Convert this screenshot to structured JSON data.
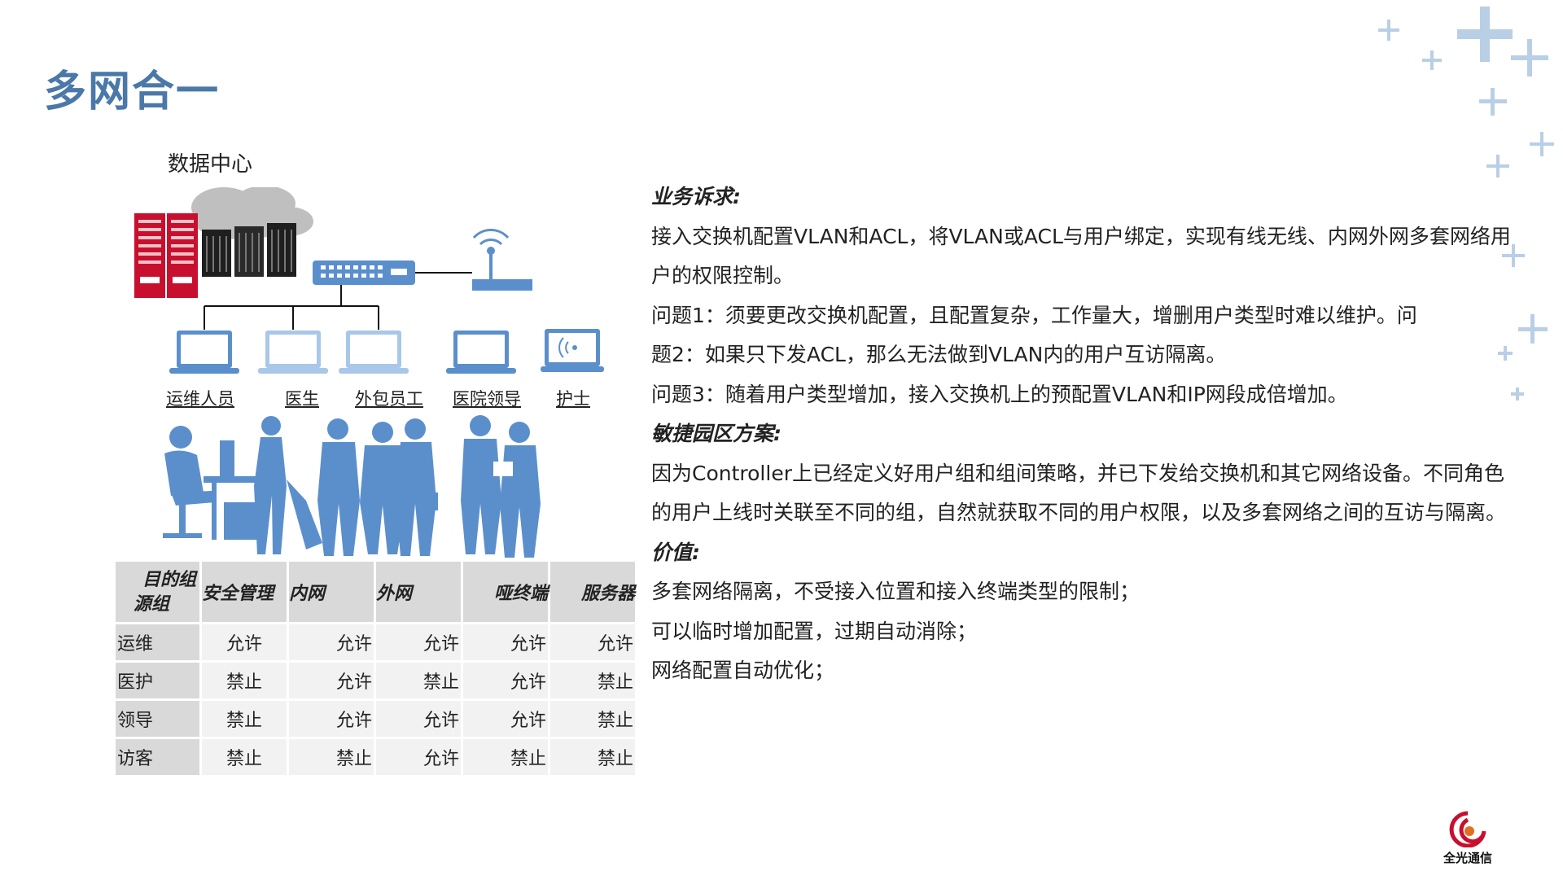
{
  "title": "多网合一",
  "datacenter_label": "数据中心",
  "roles": [
    "运维人员",
    "医生",
    "外包员工",
    "医院领导",
    "护士"
  ],
  "table": {
    "corner_top": "目的组",
    "corner_bottom": "源组",
    "headers": [
      "安全管理",
      "内网",
      "外网",
      "哑终端",
      "服务器"
    ],
    "rows": [
      {
        "name": "运维",
        "cells": [
          "允许",
          "允许",
          "允许",
          "允许",
          "允许"
        ]
      },
      {
        "name": "医护",
        "cells": [
          "禁止",
          "允许",
          "禁止",
          "允许",
          "禁止"
        ]
      },
      {
        "name": "领导",
        "cells": [
          "禁止",
          "允许",
          "允许",
          "允许",
          "禁止"
        ]
      },
      {
        "name": "访客",
        "cells": [
          "禁止",
          "禁止",
          "允许",
          "禁止",
          "禁止"
        ]
      }
    ]
  },
  "content": {
    "business_head": "业务诉求:",
    "business_line1": "接入交换机配置VLAN和ACL，将VLAN或ACL与用户绑定，实现有线无线、内网外网多套网络用",
    "business_line2": "户的权限控制。",
    "problem_line1": "问题1：须要更改交换机配置，且配置复杂，工作量大，增删用户类型时难以维护。问",
    "problem_line2": "题2：如果只下发ACL，那么无法做到VLAN内的用户互访隔离。",
    "problem_line3": "问题3：随着用户类型增加，接入交换机上的预配置VLAN和IP网段成倍增加。",
    "solution_head": "敏捷园区方案:",
    "solution_line1": "因为Controller上已经定义好用户组和组间策略，并已下发给交换机和其它网络设备。不同角色",
    "solution_line2": "的用户上线时关联至不同的组，自然就获取不同的用户权限，以及多套网络之间的互访与隔离。",
    "value_head": "价值:",
    "value_line1": "多套网络隔离，不受接入位置和接入终端类型的限制；",
    "value_line2": "可以临时增加配置，过期自动消除；",
    "value_line3": "网络配置自动优化；"
  },
  "logo_text": "全光通信",
  "colors": {
    "title": "#4a78a8",
    "accent_blue": "#5b8fcc",
    "server_red": "#c8102e",
    "table_header": "#d9d9d9",
    "table_cell": "#f2f2f2",
    "deco_plus": "#b9cfe6"
  }
}
